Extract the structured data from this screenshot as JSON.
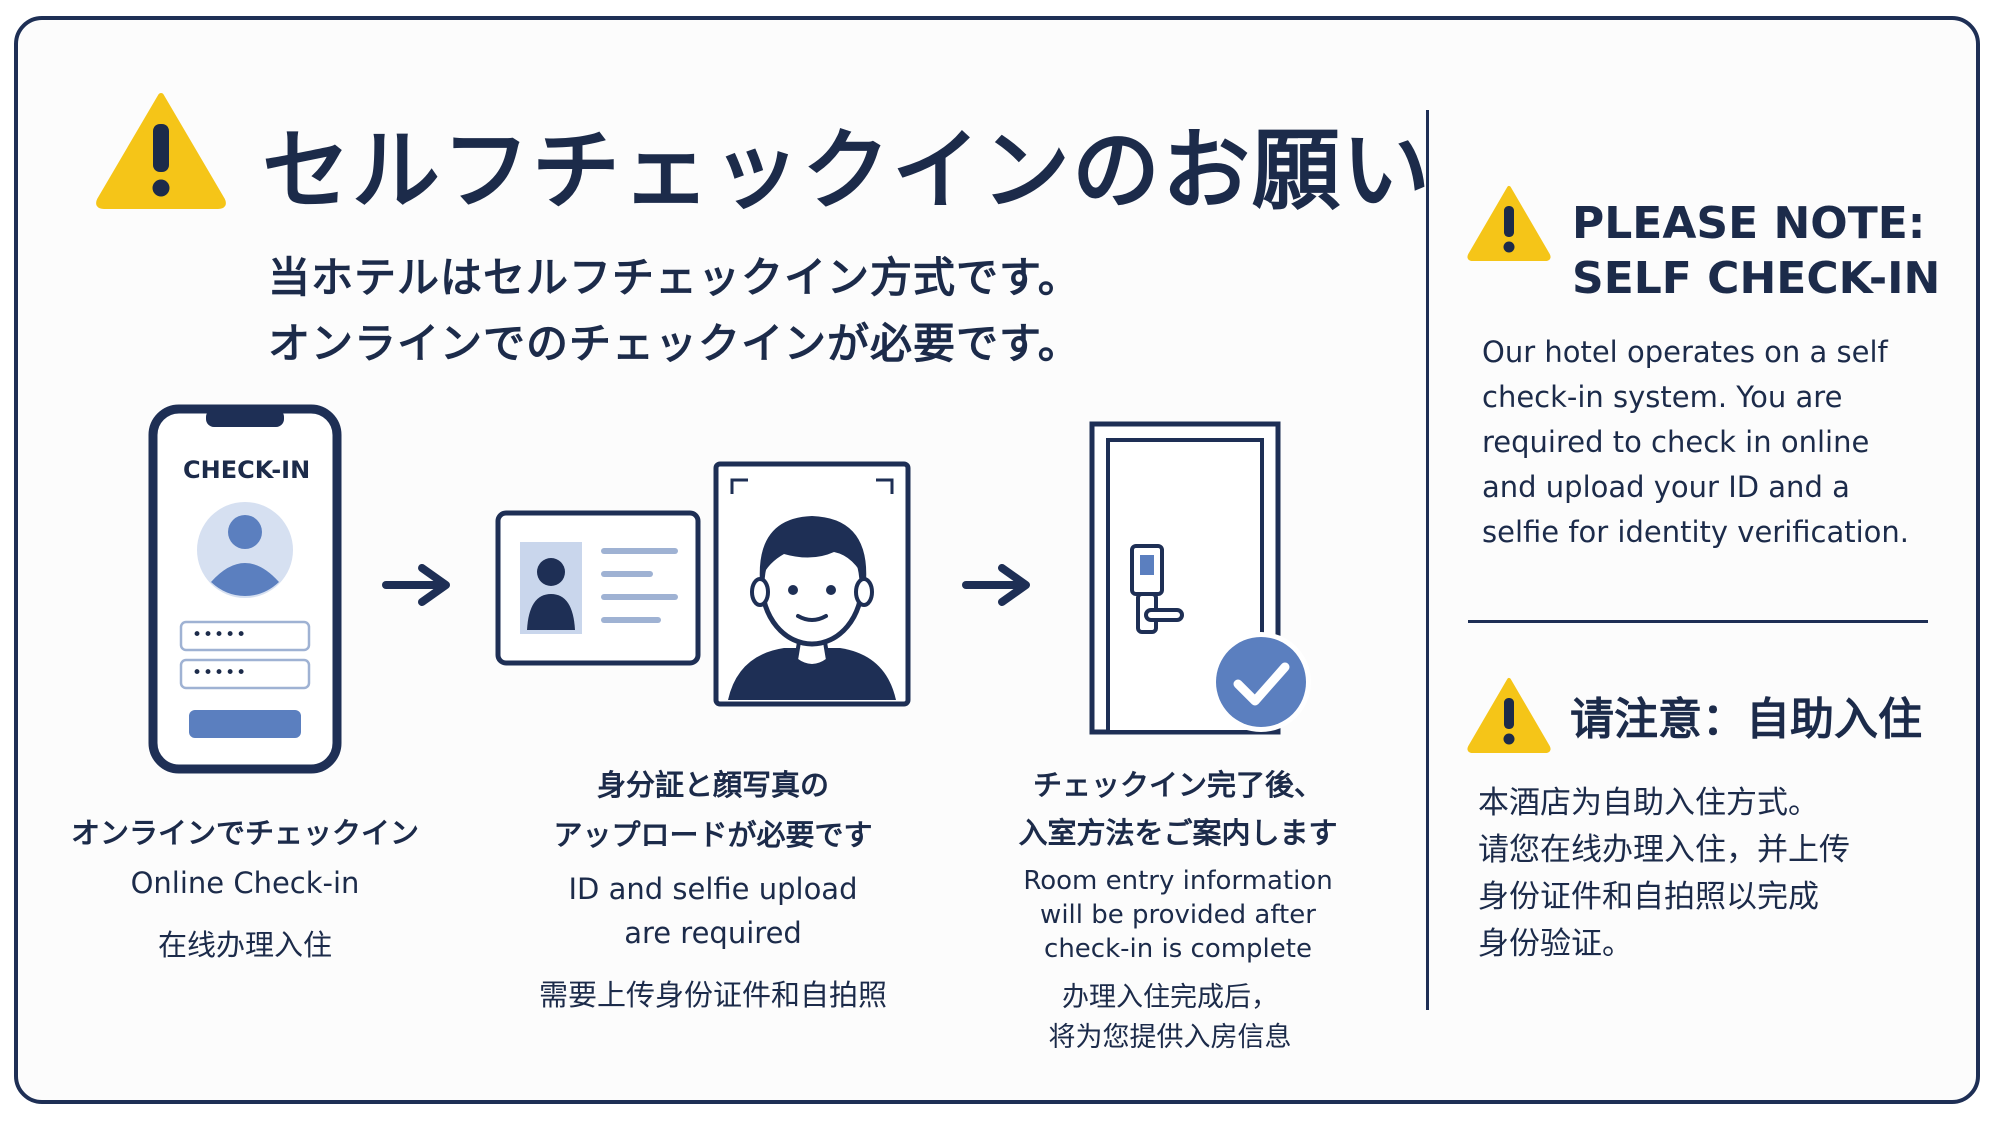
{
  "colors": {
    "navy": "#1e2f55",
    "warning_yellow": "#f5c518",
    "accent_blue": "#5b7fbf",
    "light_blue": "#c9d6ec"
  },
  "title": {
    "icon": "warning-triangle-icon",
    "text": "セルフチェックインのお願い"
  },
  "subtitle": {
    "line1": "当ホテルはセルフチェックイン方式です。",
    "line2": "オンラインでのチェックインが必要です。"
  },
  "steps": [
    {
      "icon": "smartphone-checkin-icon",
      "screen_label": "CHECK-IN",
      "screen_field1": "•••••",
      "screen_field2": "•••••",
      "caption_jp": "オンラインでチェックイン",
      "caption_en": "Online Check-in",
      "caption_cn": "在线办理入住"
    },
    {
      "icon": "id-card-and-selfie-icon",
      "caption_jp_line1": "身分証と顔写真の",
      "caption_jp_line2": "アップロードが必要です",
      "caption_en_line1": "ID and selfie upload",
      "caption_en_line2": "are required",
      "caption_cn": "需要上传身份证件和自拍照"
    },
    {
      "icon": "door-smartlock-check-icon",
      "caption_jp_line1": "チェックイン完了後、",
      "caption_jp_line2": "入室方法をご案内します",
      "caption_en_line1": "Room entry information",
      "caption_en_line2": "will be provided after",
      "caption_en_line3": "check-in is complete",
      "caption_cn_line1": "办理入住完成后，",
      "caption_cn_line2": "将为您提供入房信息"
    }
  ],
  "arrows": [
    "arrow-right-icon",
    "arrow-right-icon"
  ],
  "english_note": {
    "icon": "warning-triangle-icon",
    "heading_line1": "PLEASE NOTE:",
    "heading_line2": "SELF CHECK-IN",
    "body_line1": "Our hotel operates on a self",
    "body_line2": "check-in system. You are",
    "body_line3": "required to check in online",
    "body_line4": "and upload your ID and a",
    "body_line5": "selfie for identity verification."
  },
  "chinese_note": {
    "icon": "warning-triangle-icon",
    "heading": "请注意：自助入住",
    "body_line1": "本酒店为自助入住方式。",
    "body_line2": "请您在线办理入住，并上传",
    "body_line3": "身份证件和自拍照以完成",
    "body_line4": "身份验证。"
  }
}
